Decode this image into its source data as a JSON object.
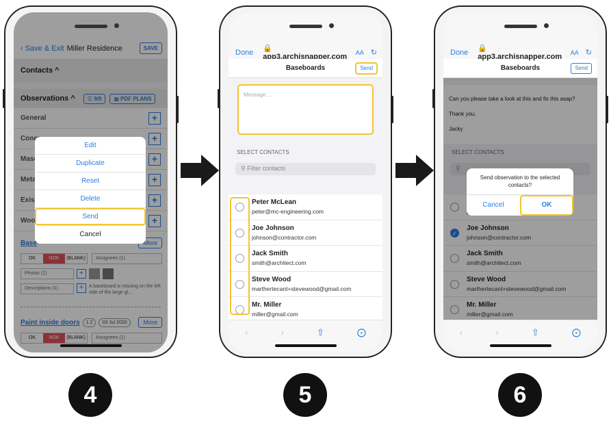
{
  "step_labels": [
    "4",
    "5",
    "6"
  ],
  "colors": {
    "accent": "#2a7de1",
    "highlight": "#f2c531",
    "nok": "#e0525b"
  },
  "phone4": {
    "back_label": "Save & Exit",
    "project_title": "Miller Residence",
    "save_label": "SAVE",
    "contacts_label": "Contacts",
    "observations_label": "Observations",
    "filter_count": "9/9",
    "pdf_plans_label": "PDF PLANS",
    "categories": [
      "General",
      "Concr",
      "Maso",
      "Meta",
      "Exist",
      "Woo"
    ],
    "item1": {
      "title": "Base",
      "more": "More",
      "ok": "OK",
      "nok": "NOK",
      "blank": "(BLANK)",
      "assignees": "Assignees (1)",
      "photos": "Photos (2)",
      "descriptions": "Descriptions (1)",
      "description_preview": "A baseboard is missing on the left side of the large gl..."
    },
    "item2": {
      "title": "Paint inside doors",
      "version": "1.2",
      "date": "03 Jul 2020",
      "more": "More",
      "ok": "OK",
      "nok": "NOK",
      "blank": "(BLANK)",
      "assignees": "Assignees (1)"
    },
    "action_sheet": {
      "edit": "Edit",
      "duplicate": "Duplicate",
      "reset": "Reset",
      "delete": "Delete",
      "send": "Send",
      "cancel": "Cancel"
    }
  },
  "browser": {
    "done_label": "Done",
    "url": "app3.archisnapper.com",
    "aa_label": "AA",
    "page_title": "Baseboards",
    "send_label": "Send",
    "select_contacts_label": "SELECT CONTACTS",
    "filter_placeholder": "Filter contacts"
  },
  "phone5": {
    "message_placeholder": "Message ..."
  },
  "contacts": [
    {
      "name": "Peter McLean",
      "email": "peter@mc-engineering.com"
    },
    {
      "name": "Joe Johnson",
      "email": "johnson@contractor.com"
    },
    {
      "name": "Jack Smith",
      "email": "smith@architect.com"
    },
    {
      "name": "Steve Wood",
      "email": "marthertecant+stevewood@gmail.com"
    },
    {
      "name": "Mr. Miller",
      "email": "miller@gmail.com"
    }
  ],
  "phone6": {
    "message_lines": [
      "Can you please take a look at this and fix this asap?",
      "Thank you,",
      "Jacky"
    ],
    "alert_message": "Send observation to the selected contacts?",
    "cancel_label": "Cancel",
    "ok_label": "OK"
  }
}
